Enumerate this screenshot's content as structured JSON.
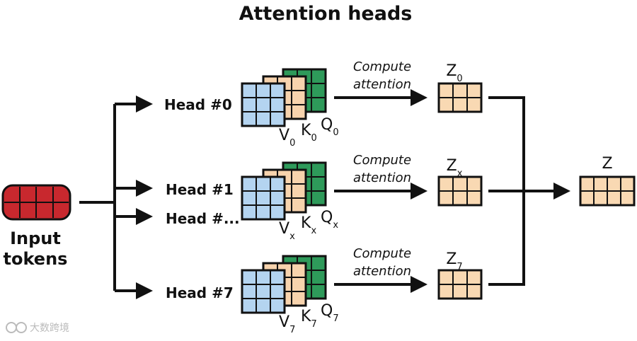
{
  "title": "Attention heads",
  "input": {
    "line1": "Input",
    "line2": "tokens"
  },
  "heads": [
    {
      "label": "Head #0",
      "v": "V",
      "v_sub": "0",
      "k": "K",
      "k_sub": "0",
      "q": "Q",
      "q_sub": "0",
      "compute_line1": "Compute",
      "compute_line2": "attention",
      "z": "Z",
      "z_sub": "0"
    },
    {
      "label": "Head #1",
      "v": "V",
      "v_sub": "x",
      "k": "K",
      "k_sub": "x",
      "q": "Q",
      "q_sub": "x",
      "compute_line1": "Compute",
      "compute_line2": "attention",
      "z": "Z",
      "z_sub": "x"
    },
    {
      "label": "Head #7",
      "v": "V",
      "v_sub": "7",
      "k": "K",
      "k_sub": "7",
      "q": "Q",
      "q_sub": "7",
      "compute_line1": "Compute",
      "compute_line2": "attention",
      "z": "Z",
      "z_sub": "7"
    }
  ],
  "extra_head_label": "Head #...",
  "output_label": "Z",
  "watermark": "大数跨境",
  "colors": {
    "input": "#c8282e",
    "query": "#2e9a5a",
    "key": "#f7d3ad",
    "value": "#b4d4f0",
    "z": "#f9d9b3",
    "line": "#111111"
  }
}
